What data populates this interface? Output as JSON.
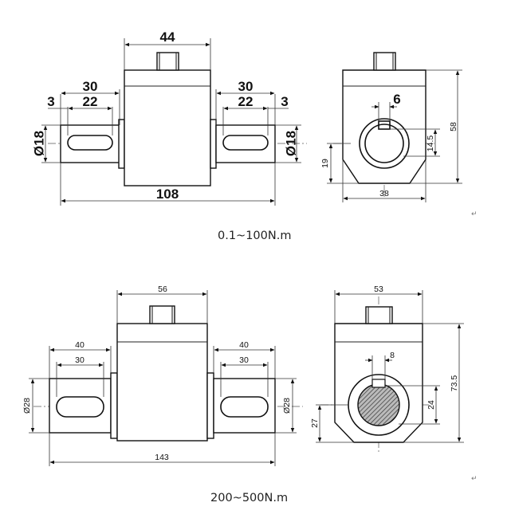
{
  "top": {
    "caption": "0.1~100N.m",
    "front": {
      "width_44": "44",
      "left_30": "30",
      "left_22": "22",
      "left_3": "3",
      "right_30": "30",
      "right_22": "22",
      "right_3": "3",
      "dia_left": "Ø18",
      "dia_right": "Ø18",
      "length": "108"
    },
    "side": {
      "key_6": "6",
      "height_58": "58",
      "key_14_5": "14.5",
      "base_19": "19",
      "width_38": "38"
    }
  },
  "bottom": {
    "caption": "200~500N.m",
    "front": {
      "width_56": "56",
      "left_40": "40",
      "left_30": "30",
      "right_40": "40",
      "right_30": "30",
      "dia_left": "Ø28",
      "dia_right": "Ø28",
      "length": "143"
    },
    "side": {
      "width_53": "53",
      "key_8": "8",
      "height_73_5": "73.5",
      "base_27": "27",
      "key_24": "24"
    }
  },
  "marks": {
    "return_1": "↵",
    "return_2": "↵"
  }
}
